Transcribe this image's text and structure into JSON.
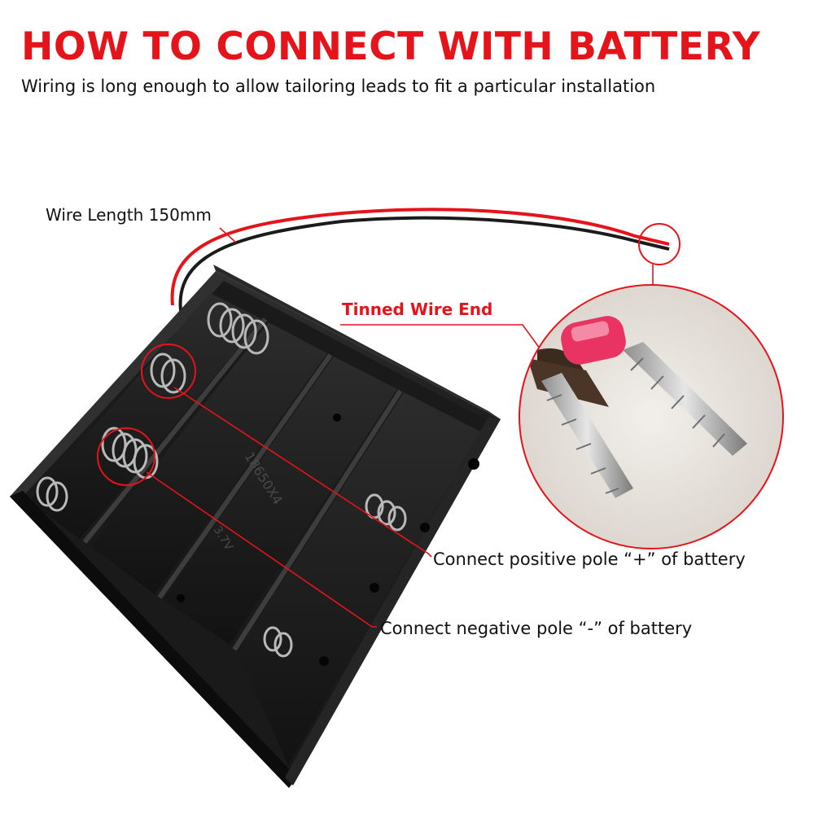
{
  "header": {
    "title": "HOW TO CONNECT WITH BATTERY",
    "subtitle": "Wiring is long enough to allow tailoring leads to fit a particular installation"
  },
  "callouts": {
    "wire_length": "Wire Length 150mm",
    "tinned_wire_end": "Tinned Wire End",
    "positive_pole": "Connect positive pole “+” of battery",
    "negative_pole": "Connect negative pole “-” of battery"
  },
  "holder_markings": {
    "model": "18650X4",
    "voltage": "3.7V"
  },
  "colors": {
    "accent_red": "#e5141b",
    "holder_black": "#1b1b1b",
    "text_dark": "#111111"
  }
}
